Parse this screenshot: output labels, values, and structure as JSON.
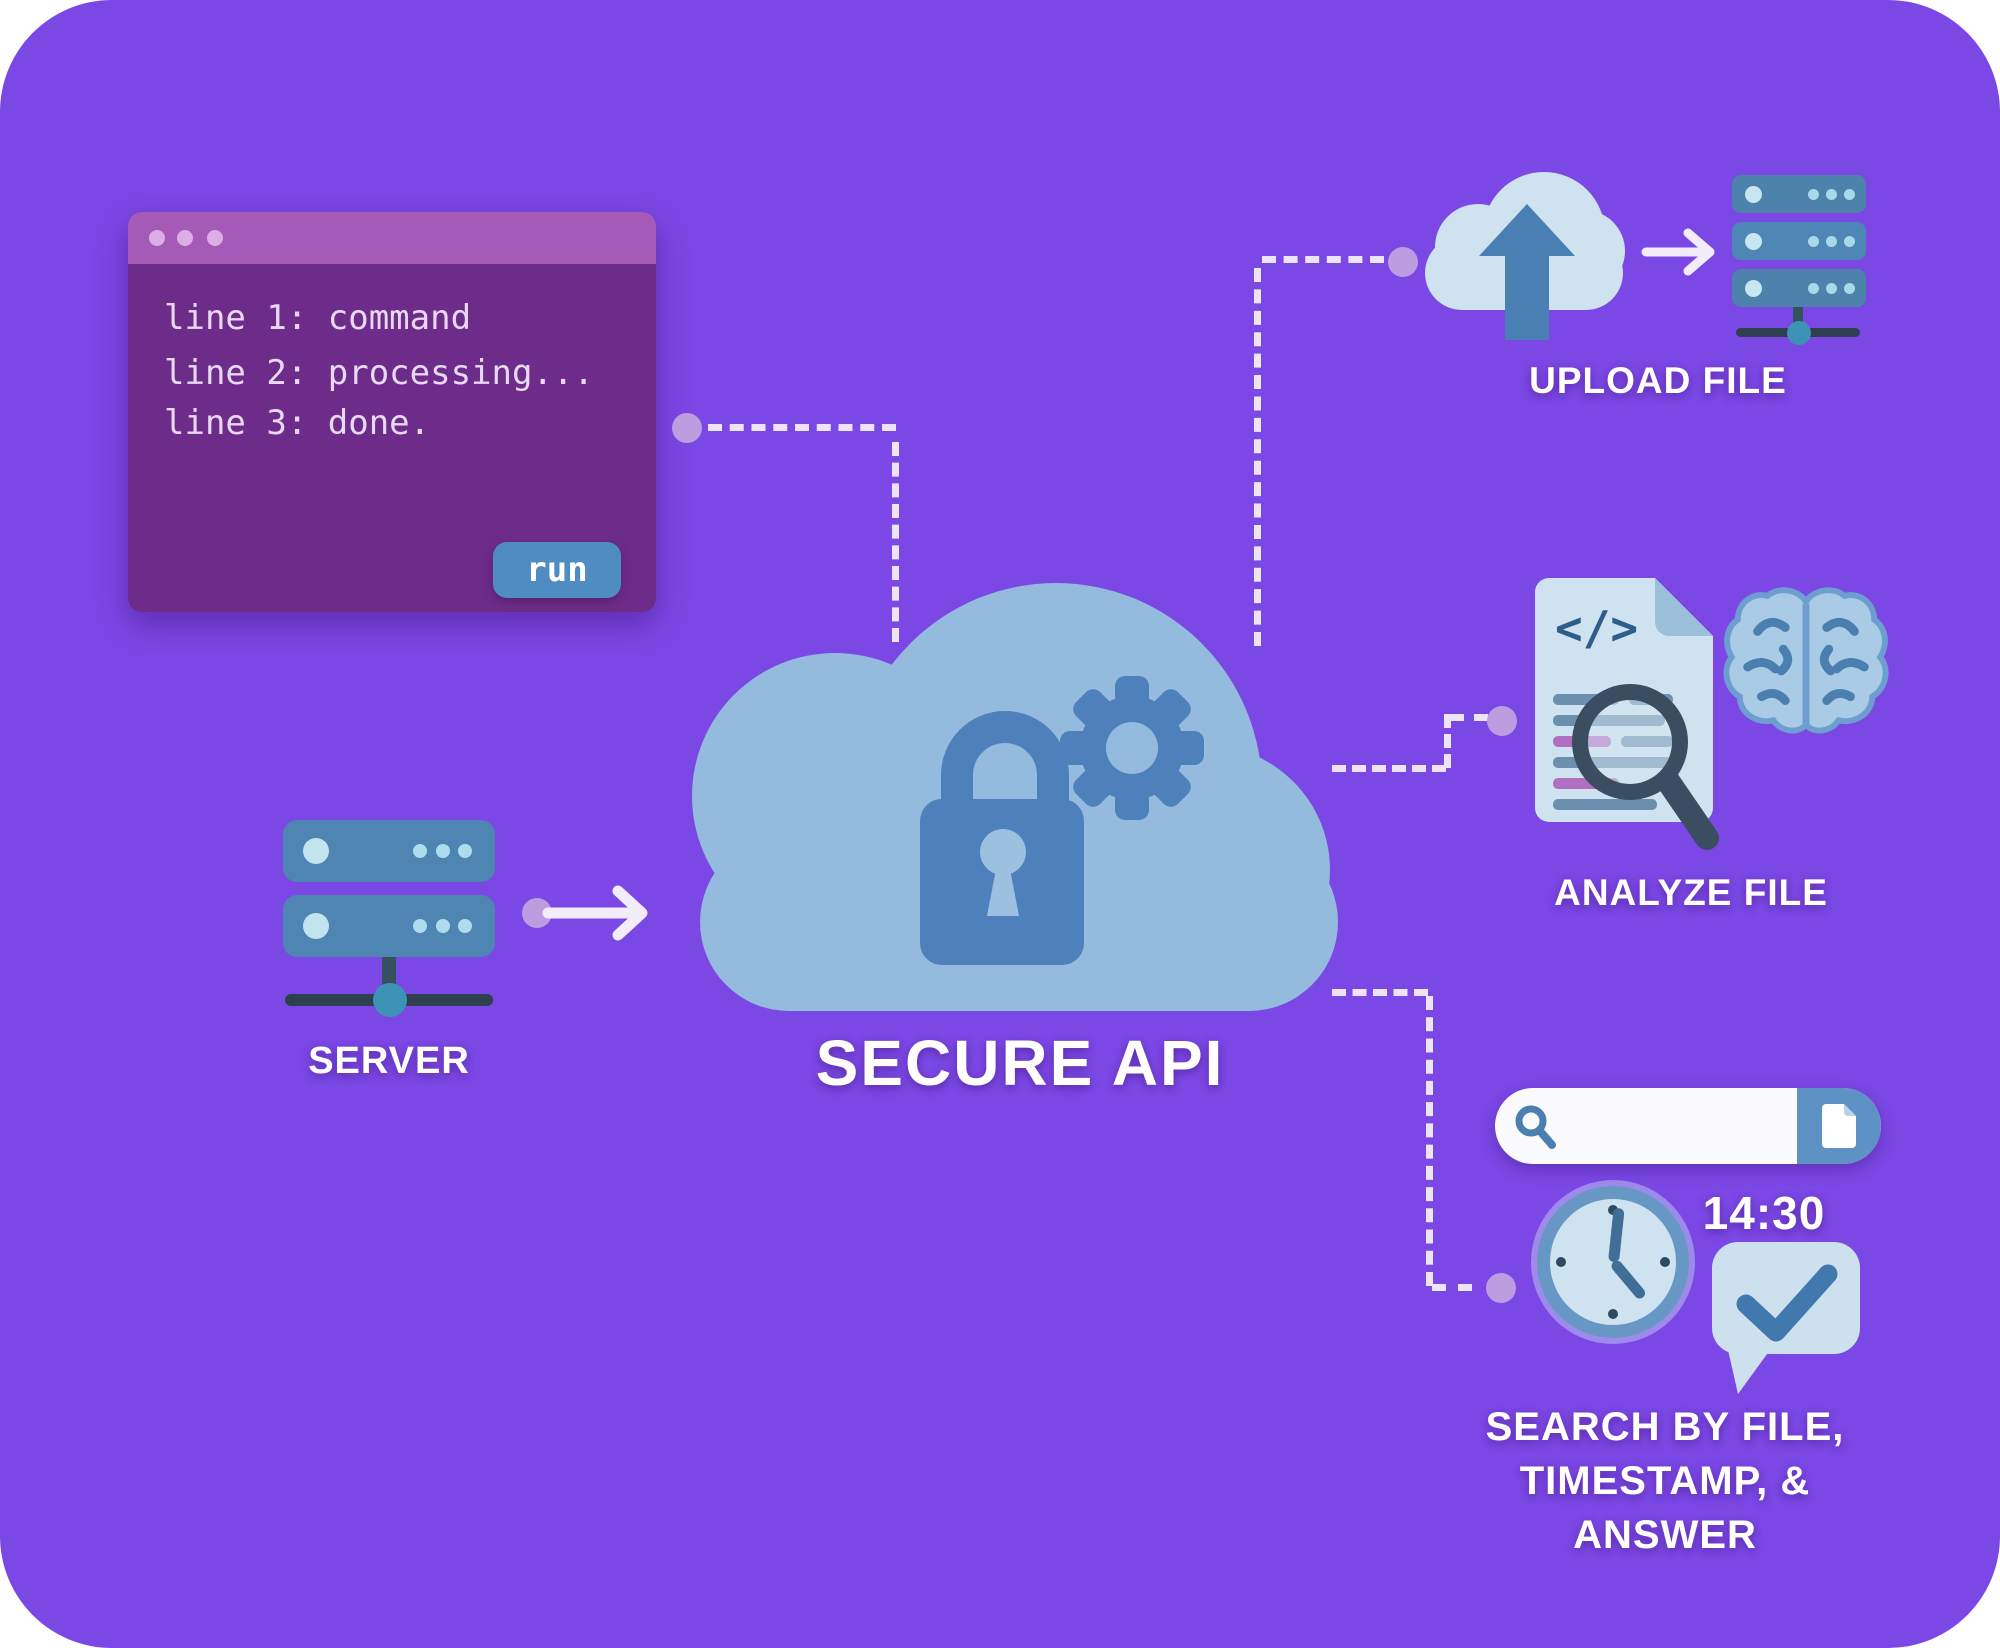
{
  "canvas": {
    "background": "#7b47e5",
    "outer_background": "#ffffff"
  },
  "terminal": {
    "lines": [
      "line 1: command",
      "line 2: processing...",
      "line 3: done."
    ],
    "run_label": "run"
  },
  "server": {
    "label": "SERVER"
  },
  "secure_api": {
    "label": "SECURE API"
  },
  "upload": {
    "label": "UPLOAD FILE"
  },
  "analyze": {
    "label": "ANALYZE FILE",
    "code_glyph": "</>"
  },
  "search": {
    "time": "14:30",
    "label_line1": "SEARCH BY FILE,",
    "label_line2": "TIMESTAMP, & ANSWER"
  },
  "icons": {
    "terminal_window_dots": "window-control-dots",
    "central": [
      "cloud",
      "padlock",
      "gear"
    ],
    "server_left": "server-rack",
    "upload_flow": [
      "cloud-upload-arrow",
      "arrow-right",
      "server-rack"
    ],
    "analyze_flow": [
      "code-document",
      "magnifying-glass",
      "brain"
    ],
    "search_flow": [
      "search-bar",
      "magnifying-glass",
      "file-page",
      "clock",
      "check-speech-bubble"
    ]
  },
  "colors": {
    "background": "#7b47e5",
    "cloud": "#94bade",
    "icon_blue": "#4e80bb",
    "light_icon_blue": "#cfe2ef",
    "terminal_titlebar": "#a65ab8",
    "terminal_body": "#6e2c8a",
    "terminal_text": "#e8d9f2",
    "run_button": "#4e8cc2",
    "server_unit": "#4e85b2",
    "node_teal": "#3c93b5",
    "dark_navy": "#2e4050",
    "dashed_line": "#ece4f8",
    "connector_dot": "#bd9ce0",
    "magnifier_dark": "#3b4e61",
    "pink_line": "#b06fc0",
    "label_text": "#ffffff"
  }
}
